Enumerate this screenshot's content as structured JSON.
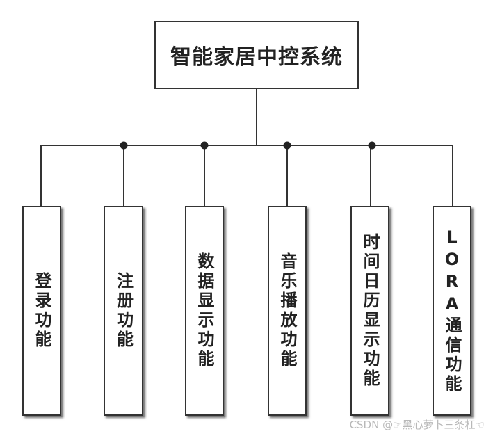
{
  "root": {
    "title": "智能家居中控系统"
  },
  "nodes": [
    {
      "label": "登录功能"
    },
    {
      "label": "注册功能"
    },
    {
      "label": "数据显示功能"
    },
    {
      "label": "音乐播放功能"
    },
    {
      "label": "时间日历显示功能"
    },
    {
      "label": "LORA通信功能"
    }
  ],
  "watermark": "CSDN @☞黑心萝卜三条杠☜",
  "colors": {
    "line": "#333333",
    "text": "#222222",
    "watermark": "#b8b8b8"
  }
}
